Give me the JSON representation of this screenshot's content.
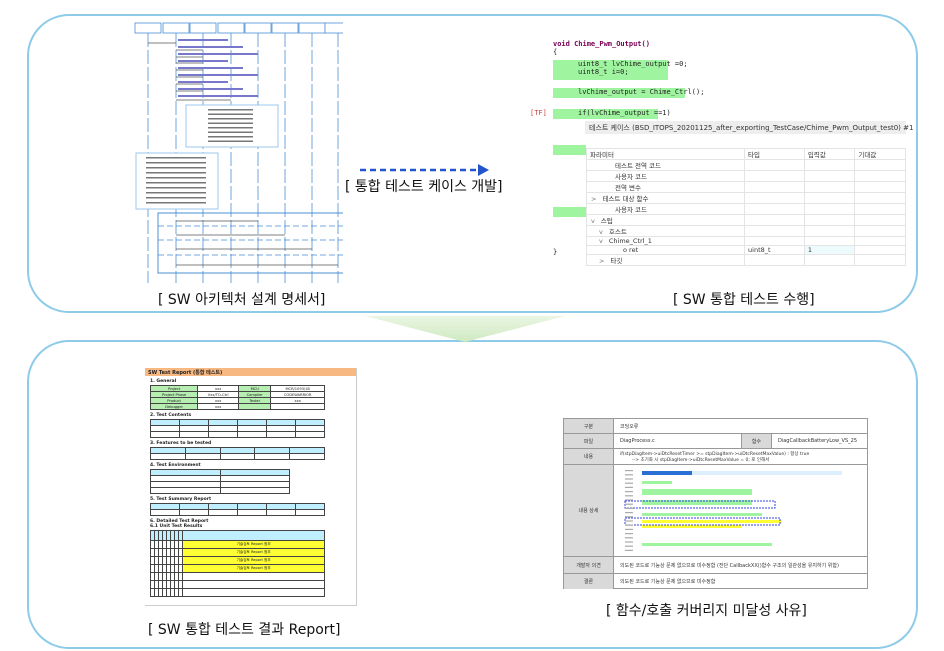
{
  "panels": {
    "architecture_caption": "[ SW 아키텍처 설계 명세서]",
    "dev_caption": "[ 통합 테스트 케이스 개발]",
    "exec_caption": "[ SW 통합 테스트 수행]",
    "report_caption": "[ SW 통합 테스트 결과 Report]",
    "coverage_caption": "[ 함수/호출 커버리지 미달성 사유]"
  },
  "code": {
    "func": "void Chime_Pwm_Output()",
    "brace_open": "{",
    "line1": "uint8_t lvChime_output =0;",
    "line2": "uint8_t i=0;",
    "line3": "lvChime_output = Chime_Ctrl();",
    "tf": "[TF]",
    "line4": "if(lvChime_output ==1)",
    "brace_close": "}",
    "testcase_title": "테스트 케이스 (BSD_ITOPS_20201125_after_exporting_TestCase/Chime_Pwm_Output_test0) #1",
    "columns": [
      "파라미터",
      "타입",
      "입력값",
      "기대값"
    ],
    "rows": [
      {
        "name": "테스트 전역 코드",
        "type": "",
        "input": ""
      },
      {
        "name": "사용자 코드",
        "type": "",
        "input": ""
      },
      {
        "name": "전역 변수",
        "type": "",
        "input": ""
      },
      {
        "name": "테스트 대상 함수",
        "type": "",
        "input": "",
        "toggle": ">"
      },
      {
        "name": "사용자 코드",
        "type": "",
        "input": ""
      },
      {
        "name": "스텁",
        "type": "",
        "input": "",
        "toggle": "v"
      },
      {
        "name": "호스트",
        "type": "",
        "input": "",
        "toggle": "v"
      },
      {
        "name": "Chime_Ctrl_1",
        "type": "",
        "input": "",
        "toggle": "v"
      },
      {
        "name": "o  ret",
        "type": "uint8_t",
        "input": "1"
      },
      {
        "name": "타깃",
        "type": "",
        "input": "",
        "toggle": ">"
      }
    ]
  },
  "report": {
    "title": "SW Test Report (통합 테스트)",
    "sections": [
      "1. General",
      "2. Test Contents",
      "3. Features to be tested",
      "4. Test Environment",
      "5. Test Summary Report",
      "6. Detailed Test Report",
      "6.1 Unit Test Results"
    ],
    "general": [
      [
        "Project",
        "xxx",
        "MCU",
        "MCR/1093/1B"
      ],
      [
        "Project Phase",
        "Vxx/TO-Ctrl",
        "Compiler",
        "CODEWARRIOR"
      ],
      [
        "Product",
        "xxx",
        "Tester",
        "xxx"
      ],
      [
        "Debugger",
        "xxx",
        "",
        ""
      ]
    ],
    "remark": "기술검토 Report 첨부"
  },
  "coverage": {
    "labels": [
      "구분",
      "파일",
      "함수",
      "내용",
      "내용 상세",
      "개발자 의견",
      "결론"
    ],
    "category": "코딩오류",
    "file": "DiagProcess.c",
    "function": "DiagCallbackBatteryLow_VS_25",
    "content1": "if(stpDiagItem->uiDtcResetTimer >= stpDiagItem->uiDtcResetMaxValue) : 항상 true",
    "content2": "--> 초기화 시 stpDiagItem->uiDtcResetMaxValue = 0; 로 인해서",
    "dev_opinion": "의도된 코드로 기능상 문제 없으므로 미수정함 (전단 CallbackXX()함수 구조의 일관성을 유지하기 위함)",
    "conclusion": "의도된 코드로 기능상 문제 없으므로 미수정함"
  },
  "colors": {
    "panel_border": "#8ecbe9",
    "arrow": "#2255cc",
    "coverage_green": "#9ff59f"
  }
}
